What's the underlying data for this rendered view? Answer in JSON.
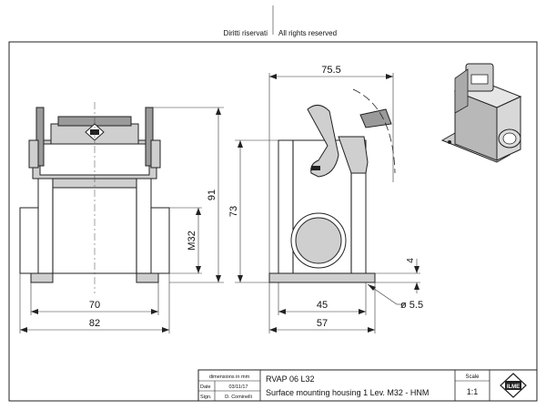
{
  "header": {
    "left": "Diritti riservati",
    "right": "All rights reserved"
  },
  "dimensions": {
    "front_width_inner": "70",
    "front_width_outer": "82",
    "front_height": "91",
    "thread": "M32",
    "side_top": "75.5",
    "side_height": "73",
    "side_inner": "45",
    "side_outer": "57",
    "hole": "ø 5.5",
    "plate": "4"
  },
  "title_block": {
    "units_label": "dimensions in mm",
    "date_label": "Date",
    "date_value": "03/11/17",
    "sign_label": "Sign.",
    "sign_value": "D. Cominelli",
    "code": "RVAP 06 L32",
    "description": "Surface mounting housing 1 Lev. M32 - HNM",
    "scale_label": "Scale",
    "scale_value": "1:1",
    "logo_text": "ILME"
  }
}
